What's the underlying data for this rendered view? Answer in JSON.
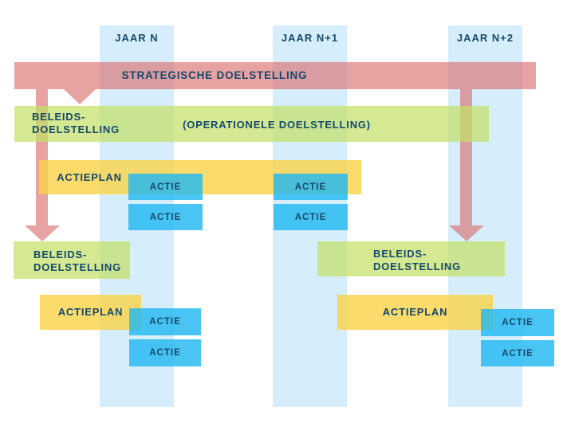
{
  "diagram": {
    "year_columns": [
      "JAAR N",
      "JAAR N+1",
      "JAAR N+2"
    ],
    "strategic_label": "STRATEGISCHE DOELSTELLING",
    "labels": {
      "policy_line1": "BELEIDS-",
      "policy_line2": "DOELSTELLING",
      "operational": "(OPERATIONELE DOELSTELLING)",
      "actionplan": "ACTIEPLAN",
      "action": "ACTIE"
    },
    "colors": {
      "year_column_bg": "#d6eefb",
      "strategic_red": "#e7a2a2",
      "policy_green": "#d4e890",
      "actionplan_yellow": "#fbdb6b",
      "action_blue": "#47c2f1",
      "action_over_yellow_teal": "#4dbcca",
      "stem_over_green_olive": "#cdcc74",
      "stem_over_yellow_orange": "#f5c656",
      "text_navy": "#15496b"
    }
  }
}
